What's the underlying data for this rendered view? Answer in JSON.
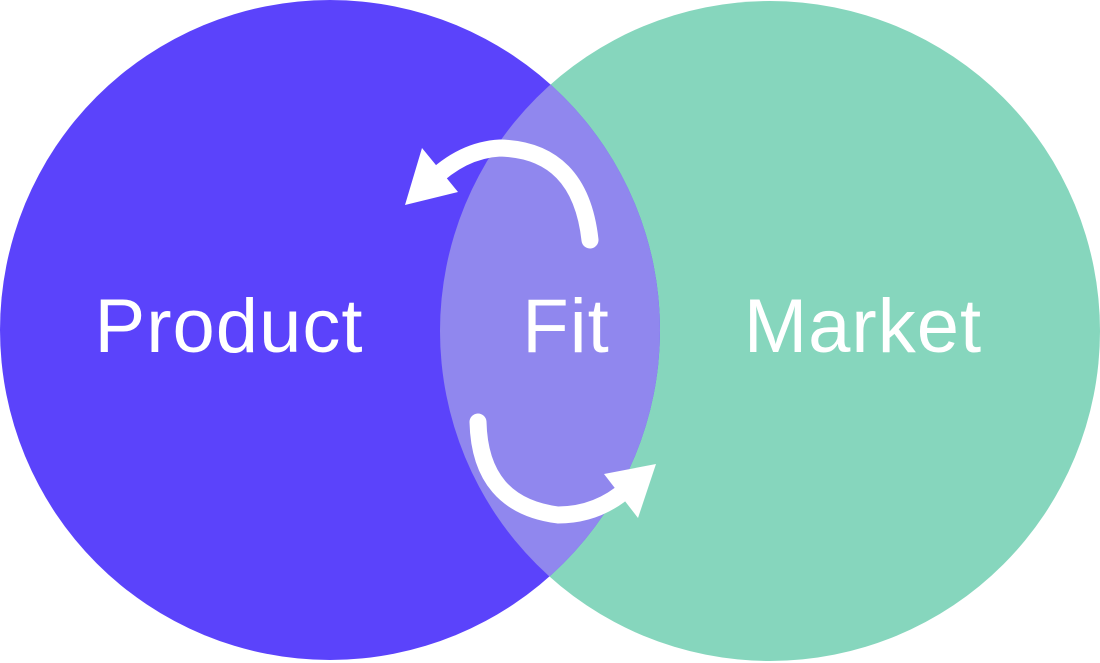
{
  "diagram": {
    "type": "venn",
    "left_set": {
      "label": "Product",
      "color": "#5B43FB"
    },
    "right_set": {
      "label": "Market",
      "color": "#86D6BD"
    },
    "overlap": {
      "label": "Fit",
      "color": "#9087EE"
    },
    "arrows": [
      {
        "name": "arrow-to-product",
        "direction": "from fit toward product"
      },
      {
        "name": "arrow-to-market",
        "direction": "from fit toward market"
      }
    ],
    "arrow_color": "#ffffff"
  }
}
